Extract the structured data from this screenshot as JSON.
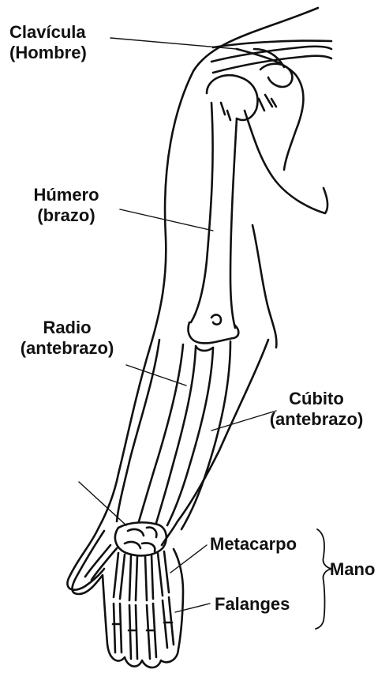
{
  "labels": {
    "clavicula": {
      "line1": "Clavícula",
      "line2": "(Hombre)"
    },
    "humero": {
      "line1": "Húmero",
      "line2": "(brazo)"
    },
    "radio": {
      "line1": "Radio",
      "line2": "(antebrazo)"
    },
    "cubito": {
      "line1": "Cúbito",
      "line2": "(antebrazo)"
    },
    "metacarpo": "Metacarpo",
    "falanges": "Falanges",
    "mano": "Mano"
  },
  "colors": {
    "ink": "#111111",
    "background": "#ffffff"
  }
}
